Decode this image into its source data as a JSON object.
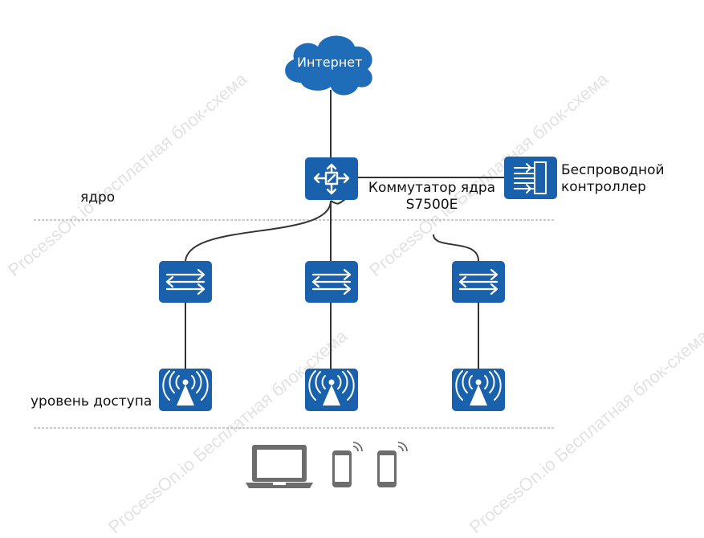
{
  "colors": {
    "device_blue": "#1a61ad",
    "cloud_blue": "#1f6cb8",
    "gray_device": "#6d6d6d",
    "line": "#333333",
    "divider": "#999999",
    "watermark": "#cccccc"
  },
  "labels": {
    "internet": "Интернет",
    "core_layer": "ядро",
    "access_layer": "уровень доступа",
    "core_switch_line1": "Коммутатор ядра",
    "core_switch_line2": "S7500E",
    "wireless_controller_line1": "Беспроводной",
    "wireless_controller_line2": "контроллер"
  },
  "watermark": {
    "text": "ProcessOn.io Бесплатная блок-схема"
  },
  "icons": {
    "internet": "cloud-icon",
    "core_switch": "router-icon",
    "wireless_controller": "controller-icon",
    "access_switch": "switch-icon",
    "access_point": "access-point-icon",
    "laptop": "laptop-icon",
    "phone": "smartphone-icon"
  }
}
